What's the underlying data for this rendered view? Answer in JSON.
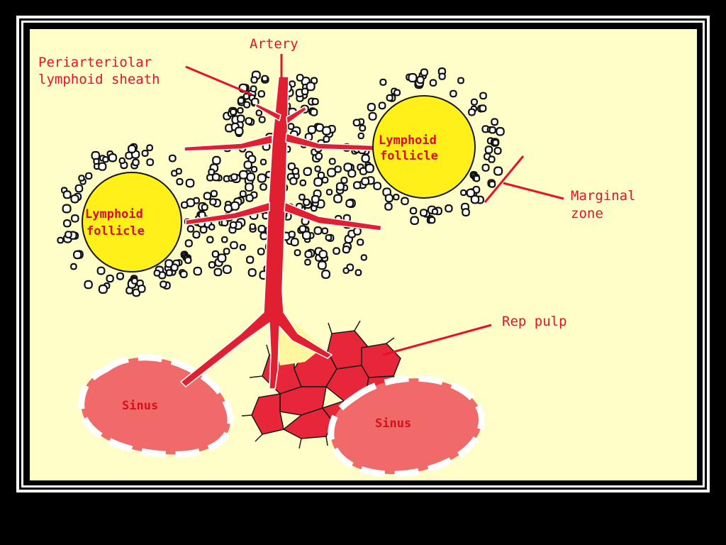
{
  "labels": {
    "artery": "Artery",
    "pals_line1": "Periarteriolar",
    "pals_line2": "lymphoid sheath",
    "follicle_right_line1": "Lymphoid",
    "follicle_right_line2": "follicle",
    "follicle_left_line1": "Lymphoid",
    "follicle_left_line2": "follicle",
    "marginal_line1": "Marginal",
    "marginal_line2": "zone",
    "red_pulp": "Rep pulp",
    "sinus_left": "Sinus",
    "sinus_right": "Sinus"
  },
  "colors": {
    "background": "#fffdc8",
    "artery": "#e02030",
    "follicle_fill": "#fff01a",
    "sinus_fill": "#f06a6a",
    "red_pulp_fill": "#e8263a",
    "label": "#e8102a",
    "frame": "#000000"
  }
}
